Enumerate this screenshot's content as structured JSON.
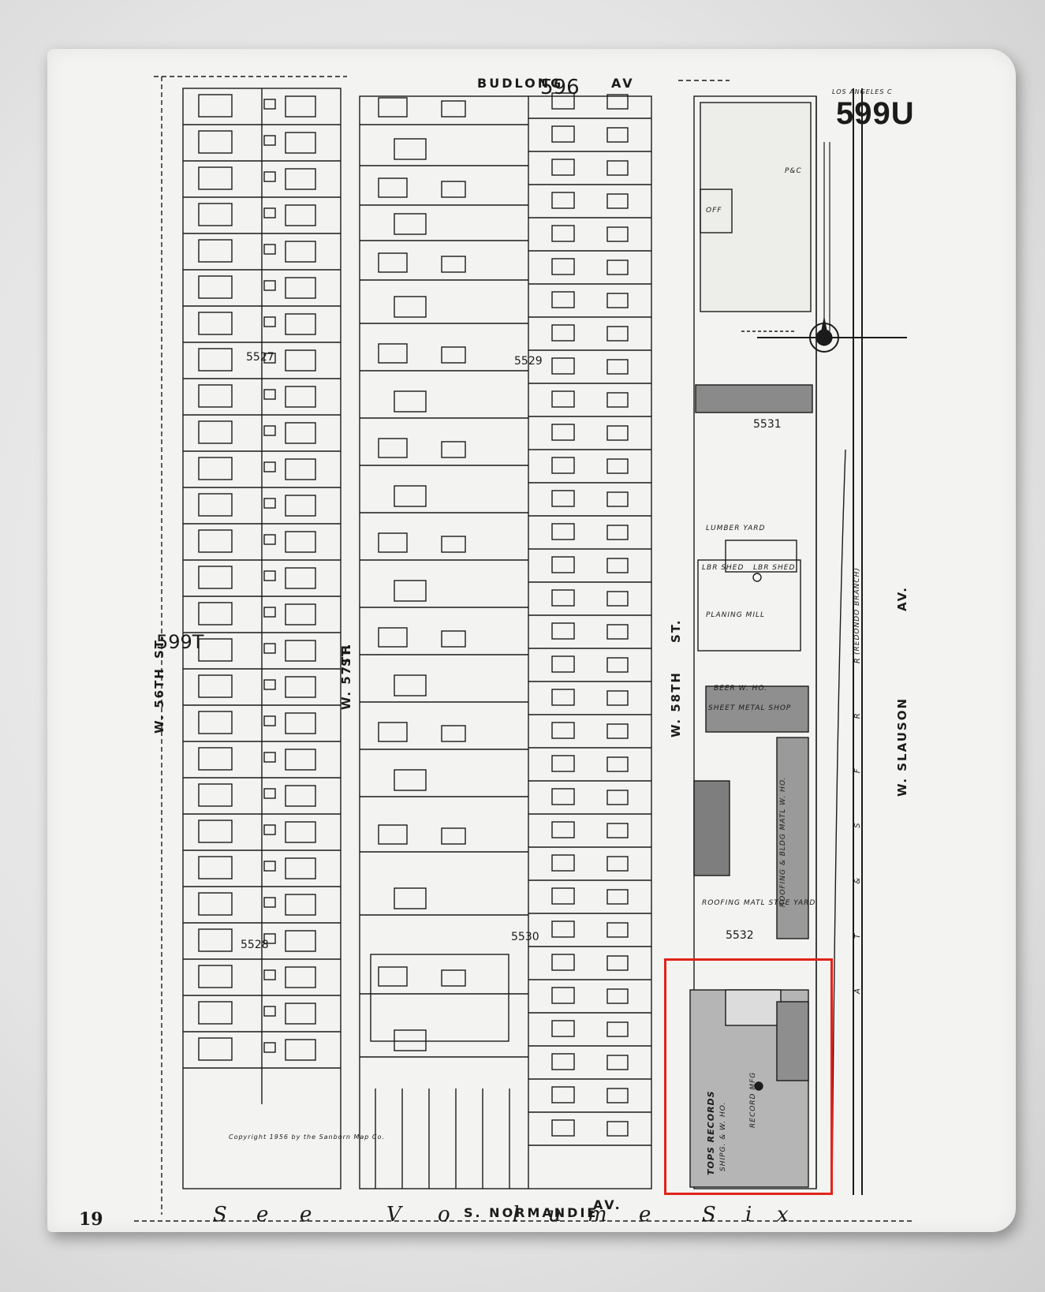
{
  "sheet": {
    "number": "599U",
    "adjacent_sheet_top": "596",
    "adjacent_sheet_left": "599T",
    "page_number": "19",
    "top_right_note": "LOS ANGELES C",
    "copyright": "Copyright 1956 by the Sanborn Map Co."
  },
  "streets": {
    "top": "BUDLONG",
    "top_suffix": "AV",
    "bottom": "S. NORMANDIE",
    "bottom_suffix": "AV.",
    "w56": "W. 56TH",
    "w56_suffix": "ST.",
    "w57": "W. 57TH",
    "w57_suffix": "ST.",
    "w58": "W. 58TH",
    "w58_suffix": "ST.",
    "slauson": "W. SLAUSON",
    "slauson_suffix": "AV."
  },
  "railroad": {
    "label": "A T & S F R R",
    "branch": "(REDONDO BRANCH)"
  },
  "bottom_note": {
    "words": [
      "S",
      "e",
      "e",
      "V",
      "o",
      "l",
      "u",
      "m",
      "e",
      "S",
      "i",
      "x"
    ]
  },
  "blocks": [
    "5527",
    "5528",
    "5529",
    "5530",
    "5531",
    "5532"
  ],
  "businesses": {
    "lumber_yard": "LUMBER YARD",
    "lbr_shed_1": "LBR SHED",
    "lbr_shed_2": "LBR SHED",
    "planing_mill": "PLANING MILL",
    "beer_wh": "BEER W. HO.",
    "sheet_metal": "SHEET METAL SHOP",
    "roofing_yard": "ROOFING MATL STGE YARD",
    "roofing_bldg": "ROOFING & BLDG MATL W. HO.",
    "tops_records": "TOPS RECORDS",
    "tops_sub": "SHIPG. & W. HO.",
    "records_mfg": "RECORD MFG",
    "office": "OFF",
    "pc": "P&C"
  },
  "colors": {
    "ink": "#1b1b1b",
    "paper": "#f3f3f1",
    "shade": "#8a8a8a",
    "highlight": "#e0241a"
  }
}
